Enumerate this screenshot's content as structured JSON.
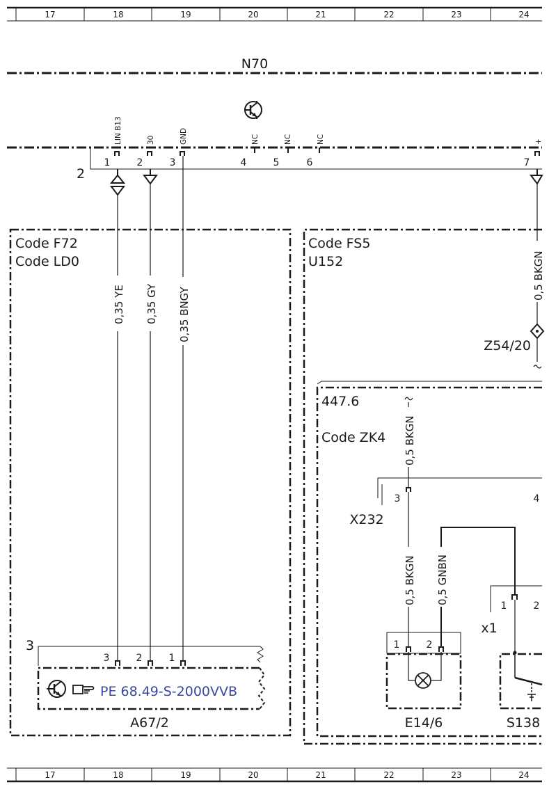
{
  "column_numbers": [
    "17",
    "18",
    "19",
    "20",
    "21",
    "22",
    "23",
    "24"
  ],
  "control_unit": {
    "name": "N70"
  },
  "connector_2": {
    "label": "2",
    "pins": [
      {
        "num": "1",
        "signal": "LIN B13"
      },
      {
        "num": "2",
        "signal": "30"
      },
      {
        "num": "3",
        "signal": "GND"
      },
      {
        "num": "4",
        "signal": "NC"
      },
      {
        "num": "5",
        "signal": "NC"
      },
      {
        "num": "6",
        "signal": "NC"
      },
      {
        "num": "7",
        "signal": "+"
      }
    ]
  },
  "box_left": {
    "line1": "Code F72",
    "line2": "Code LD0"
  },
  "box_right": {
    "line1": "Code FS5",
    "line2": "U152"
  },
  "box_inner": {
    "line1": "447.6",
    "line2": "Code ZK4"
  },
  "wires": [
    {
      "label": "0,35 YE"
    },
    {
      "label": "0,35 GY"
    },
    {
      "label": "0,35 BNGY"
    },
    {
      "label": "0,5 BKGN"
    },
    {
      "label": "0,5 BKGN"
    },
    {
      "label": "0,5 BKGN"
    },
    {
      "label": "0,5 GNBN"
    }
  ],
  "splice": {
    "name": "Z54/20"
  },
  "connector_x232": {
    "name": "X232",
    "pins": [
      "3",
      "4"
    ]
  },
  "connector_x1": {
    "name": "x1",
    "pins": [
      "1",
      "2"
    ]
  },
  "connector_3": {
    "label": "3",
    "pins": [
      "3",
      "2",
      "1"
    ]
  },
  "component_a67": {
    "name": "A67/2",
    "reference": "PE 68.49-S-2000VVB"
  },
  "component_e14": {
    "name": "E14/6",
    "pins": [
      "1",
      "2"
    ]
  },
  "component_s138": {
    "name": "S138"
  },
  "colors": {
    "line": "#1a1a1a",
    "reference_link": "#3a47a0"
  }
}
